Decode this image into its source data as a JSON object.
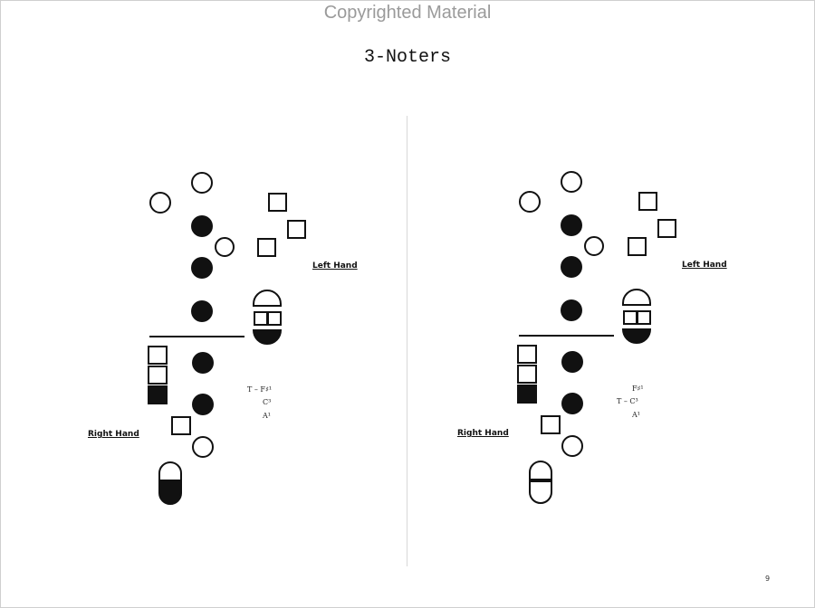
{
  "watermark": "Copyrighted Material",
  "title": "3-Noters",
  "charts": [
    {
      "left_hand_label": "Left Hand",
      "right_hand_label": "Right Hand",
      "notes": [
        "T – F♯¹",
        "C³",
        "A¹"
      ]
    },
    {
      "left_hand_label": "Left Hand",
      "right_hand_label": "Right Hand",
      "notes": [
        "F♯¹",
        "T – C³",
        "A¹"
      ]
    }
  ],
  "page_number": "9"
}
